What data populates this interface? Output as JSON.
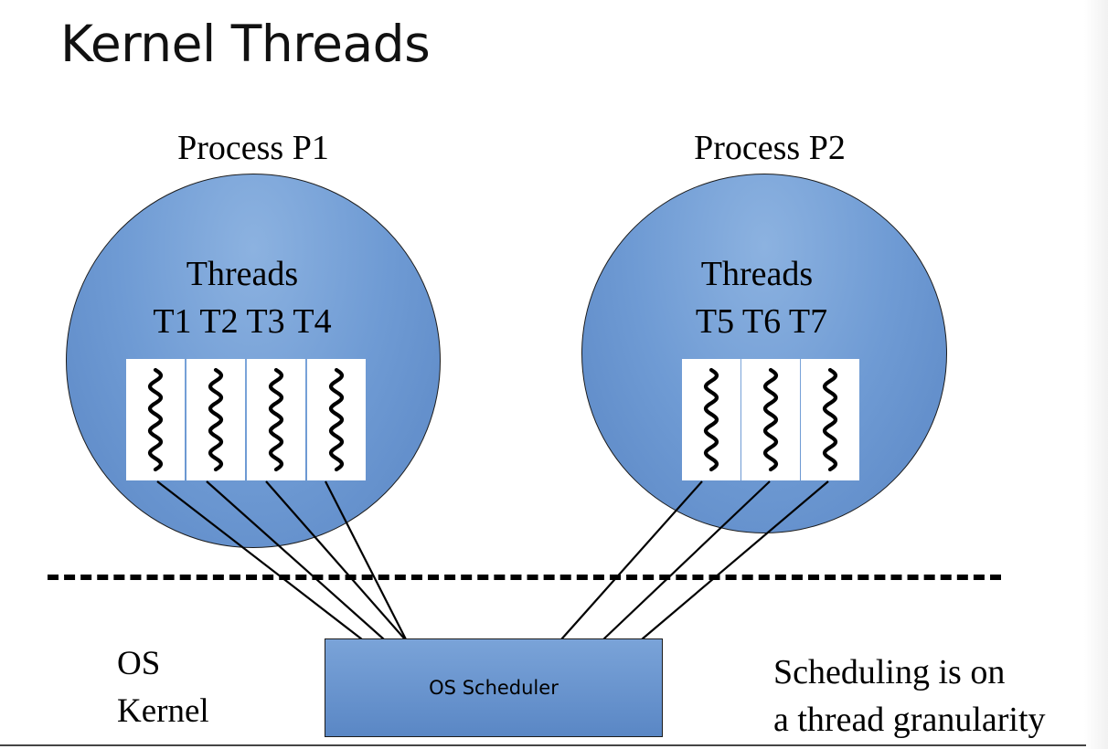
{
  "title": "Kernel Threads",
  "processes": [
    {
      "label": "Process P1",
      "threads_label": "Threads",
      "thread_ids": "T1 T2 T3 T4",
      "thread_count": 4
    },
    {
      "label": "Process P2",
      "threads_label": "Threads",
      "thread_ids": "T5 T6 T7",
      "thread_count": 3
    }
  ],
  "scheduler": {
    "label": "OS Scheduler"
  },
  "kernel_label": {
    "line1": "OS",
    "line2": "Kernel"
  },
  "note": {
    "line1": "Scheduling is on",
    "line2": "a thread granularity"
  },
  "colors": {
    "process_fill": "#6f9bd4",
    "scheduler_fill": "#6a95cf",
    "thread_box": "#ffffff",
    "line": "#000000"
  },
  "icons": {
    "thread": "wavy-thread-icon"
  }
}
